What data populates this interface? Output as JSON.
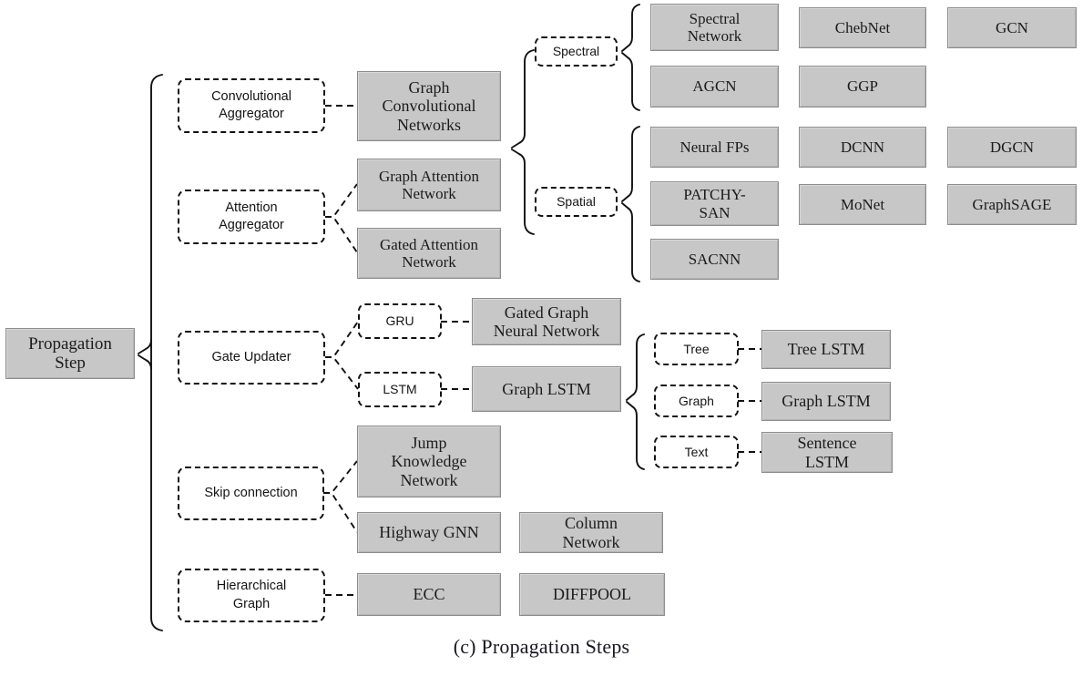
{
  "figure": {
    "caption": "(c) Propagation Steps",
    "root": {
      "label": "Propagation\nStep"
    }
  },
  "colors": {
    "box_fill": "#c7c7c7",
    "box_border": "#8d8d8d",
    "dashed_border": "#111111",
    "text": "#1b1b1b",
    "background": "#ffffff"
  },
  "categories": [
    {
      "id": "convolutional-aggregator",
      "label": "Convolutional\nAggregator"
    },
    {
      "id": "attention-aggregator",
      "label": "Attention\nAggregator"
    },
    {
      "id": "gate-updater",
      "label": "Gate Updater"
    },
    {
      "id": "skip-connection",
      "label": "Skip connection"
    },
    {
      "id": "hierarchical-graph",
      "label": "Hierarchical\nGraph"
    }
  ],
  "subcategories": [
    {
      "id": "spectral",
      "label": "Spectral"
    },
    {
      "id": "spatial",
      "label": "Spatial"
    },
    {
      "id": "gru",
      "label": "GRU"
    },
    {
      "id": "lstm",
      "label": "LSTM"
    },
    {
      "id": "tree",
      "label": "Tree"
    },
    {
      "id": "graph",
      "label": "Graph"
    },
    {
      "id": "text",
      "label": "Text"
    }
  ],
  "models": {
    "convolutional": [
      {
        "id": "graph-convolutional-networks",
        "label": "Graph\nConvolutional\nNetworks"
      }
    ],
    "attention": [
      {
        "id": "graph-attention-network",
        "label": "Graph Attention\nNetwork"
      },
      {
        "id": "gated-attention-network",
        "label": "Gated Attention\nNetwork"
      }
    ],
    "spectral": [
      {
        "id": "spectral-network",
        "label": "Spectral\nNetwork"
      },
      {
        "id": "chebnet",
        "label": "ChebNet"
      },
      {
        "id": "gcn",
        "label": "GCN"
      },
      {
        "id": "agcn",
        "label": "AGCN"
      },
      {
        "id": "ggp",
        "label": "GGP"
      }
    ],
    "spatial": [
      {
        "id": "neural-fps",
        "label": "Neural FPs"
      },
      {
        "id": "dcnn",
        "label": "DCNN"
      },
      {
        "id": "dgcn",
        "label": "DGCN"
      },
      {
        "id": "patchy-san",
        "label": "PATCHY-\nSAN"
      },
      {
        "id": "monet",
        "label": "MoNet"
      },
      {
        "id": "graphsage",
        "label": "GraphSAGE"
      },
      {
        "id": "sacnn",
        "label": "SACNN"
      }
    ],
    "gate": [
      {
        "id": "gated-graph-neural-network",
        "label": "Gated Graph\nNeural Network"
      },
      {
        "id": "graph-lstm",
        "label": "Graph LSTM"
      }
    ],
    "lstm_variants": [
      {
        "id": "tree-lstm",
        "label": "Tree LSTM"
      },
      {
        "id": "graph-lstm-variant",
        "label": "Graph LSTM"
      },
      {
        "id": "sentence-lstm",
        "label": "Sentence\nLSTM"
      }
    ],
    "skip": [
      {
        "id": "jump-knowledge-network",
        "label": "Jump\nKnowledge\nNetwork"
      },
      {
        "id": "highway-gnn",
        "label": "Highway GNN"
      },
      {
        "id": "column-network",
        "label": "Column\nNetwork"
      }
    ],
    "hierarchical": [
      {
        "id": "ecc",
        "label": "ECC"
      },
      {
        "id": "diffpool",
        "label": "DIFFPOOL"
      }
    ]
  }
}
